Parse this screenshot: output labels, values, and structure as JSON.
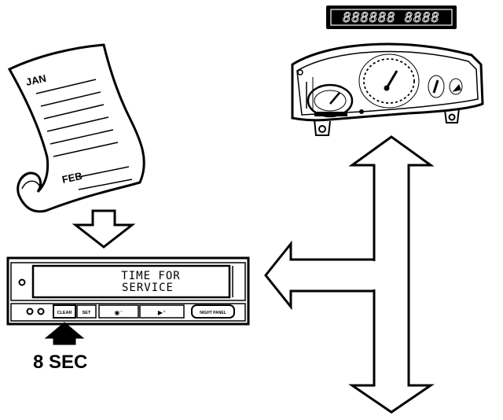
{
  "calendar": {
    "month_top": "JAN",
    "month_bottom": "FEB"
  },
  "odometer_display": {
    "segments": "888888 8888"
  },
  "sid_panel": {
    "display_line1": "TIME FOR",
    "display_line2": "SERVICE",
    "buttons": {
      "clear": "CLEAR",
      "set": "SET",
      "night_panel": "NIGHT PANEL"
    }
  },
  "hold_duration": "8 SEC"
}
